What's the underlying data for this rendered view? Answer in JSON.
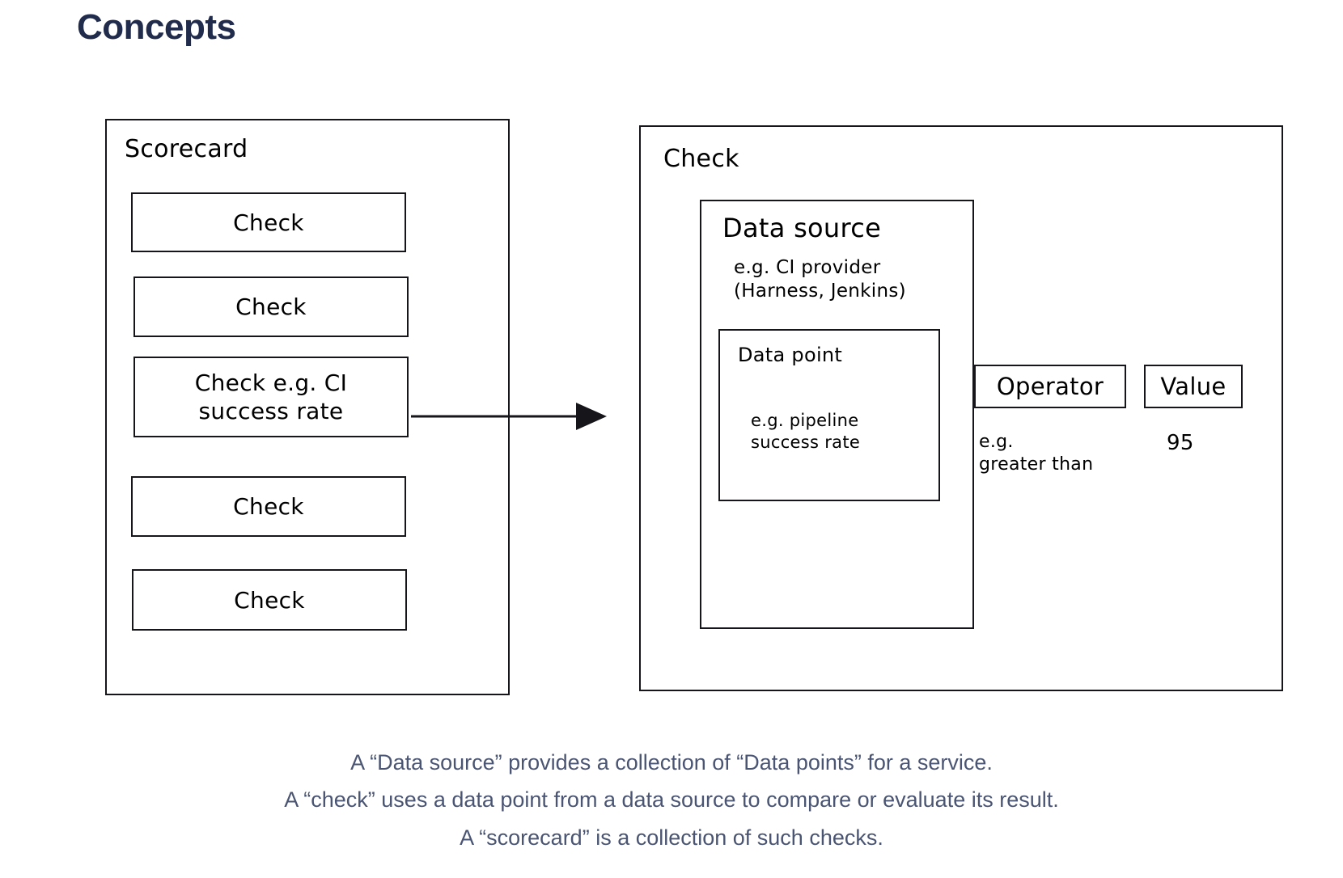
{
  "page": {
    "title": "Concepts",
    "title_color": "#212c4d",
    "background": "#ffffff",
    "stroke_color": "#16161a",
    "caption_color": "#4a5573"
  },
  "scorecard": {
    "label": "Scorecard",
    "checks": [
      {
        "label": "Check"
      },
      {
        "label": "Check"
      },
      {
        "label": "Check e.g. CI\nsuccess rate"
      },
      {
        "label": "Check"
      },
      {
        "label": "Check"
      }
    ]
  },
  "arrow": {
    "name": "flow-arrow",
    "direction": "right"
  },
  "check_detail": {
    "label": "Check",
    "data_source": {
      "title": "Data source",
      "example": "e.g. CI provider\n(Harness, Jenkins)",
      "data_point": {
        "title": "Data point",
        "example": "e.g. pipeline\nsuccess rate"
      }
    },
    "operator": {
      "label": "Operator",
      "example": "e.g.\ngreater than"
    },
    "value": {
      "label": "Value",
      "example": "95"
    }
  },
  "caption": {
    "line1": "A “Data source” provides a collection of “Data points” for a service.",
    "line2": "A “check” uses a data point from a data source to compare or evaluate its result.",
    "line3": "A “scorecard” is a collection of such checks."
  }
}
